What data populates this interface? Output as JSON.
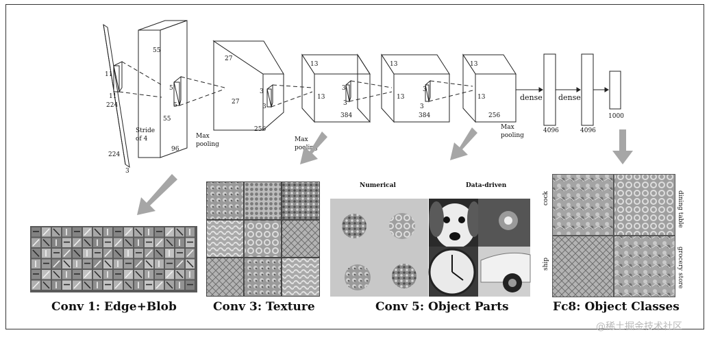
{
  "network": {
    "input": {
      "height": "224",
      "width": "224",
      "depth": "3",
      "kernel_h": "11",
      "kernel_w": "11"
    },
    "stride": {
      "line1": "Stride",
      "line2": "of 4"
    },
    "conv1": {
      "top": "55",
      "side": "55",
      "depth": "96",
      "kernel_a": "5",
      "kernel_b": "5"
    },
    "pool1": {
      "line1": "Max",
      "line2": "pooling"
    },
    "conv2": {
      "top": "27",
      "side": "27",
      "depth": "256",
      "kernel_a": "3",
      "kernel_b": "3"
    },
    "pool2": {
      "line1": "Max",
      "line2": "pooling"
    },
    "conv3": {
      "top": "13",
      "side": "13",
      "depth": "384",
      "kernel_a": "3",
      "kernel_b": "3"
    },
    "conv4": {
      "top": "13",
      "side": "13",
      "depth": "384",
      "kernel_a": "3",
      "kernel_b": "3"
    },
    "conv5": {
      "top": "13",
      "side": "13",
      "depth": "256"
    },
    "pool3": {
      "line1": "Max",
      "line2": "pooling"
    },
    "dense1": {
      "label": "dense",
      "size": "4096"
    },
    "dense2": {
      "label": "dense",
      "size": "4096"
    },
    "output": {
      "size": "1000"
    }
  },
  "panels": {
    "conv1": {
      "caption": "Conv 1: Edge+Blob"
    },
    "conv3": {
      "caption": "Conv 3: Texture"
    },
    "conv5": {
      "caption": "Conv 5: Object Parts",
      "left_title": "Numerical",
      "right_title": "Data-driven"
    },
    "fc8": {
      "caption": "Fc8: Object Classes",
      "labels": [
        "cock",
        "dining table",
        "ship",
        "grocery store"
      ]
    }
  },
  "watermark": "@稀土掘金技术社区",
  "colors": {
    "arrow": "#a6a6a6",
    "border": "#333333",
    "filter_bg": "#5a5a5a"
  }
}
